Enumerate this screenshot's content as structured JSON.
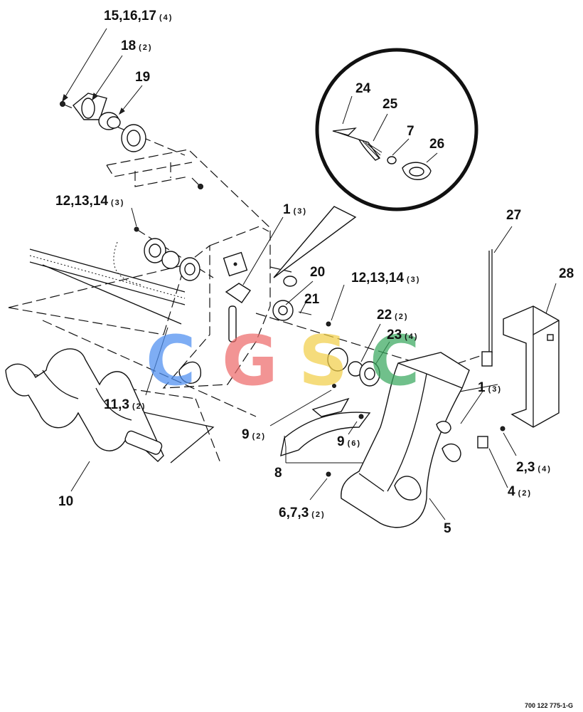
{
  "callouts": [
    {
      "id": "c1",
      "num": "15,16,17",
      "qty": "(4)"
    },
    {
      "id": "c2",
      "num": "18",
      "qty": "(2)"
    },
    {
      "id": "c3",
      "num": "19",
      "qty": ""
    },
    {
      "id": "c4",
      "num": "24",
      "qty": ""
    },
    {
      "id": "c5",
      "num": "25",
      "qty": ""
    },
    {
      "id": "c6",
      "num": "7",
      "qty": ""
    },
    {
      "id": "c7",
      "num": "26",
      "qty": ""
    },
    {
      "id": "c8",
      "num": "12,13,14",
      "qty": "(3)"
    },
    {
      "id": "c9",
      "num": "1",
      "qty": "(3)"
    },
    {
      "id": "c10",
      "num": "27",
      "qty": ""
    },
    {
      "id": "c11",
      "num": "28",
      "qty": ""
    },
    {
      "id": "c12",
      "num": "20",
      "qty": ""
    },
    {
      "id": "c13",
      "num": "12,13,14",
      "qty": "(3)"
    },
    {
      "id": "c14",
      "num": "21",
      "qty": ""
    },
    {
      "id": "c15",
      "num": "22",
      "qty": "(2)"
    },
    {
      "id": "c16",
      "num": "23",
      "qty": "(4)"
    },
    {
      "id": "c17",
      "num": "11,3",
      "qty": "(2)"
    },
    {
      "id": "c18",
      "num": "1",
      "qty": "(3)"
    },
    {
      "id": "c19",
      "num": "9",
      "qty": "(2)"
    },
    {
      "id": "c20",
      "num": "9",
      "qty": "(6)"
    },
    {
      "id": "c21",
      "num": "2,3",
      "qty": "(4)"
    },
    {
      "id": "c22",
      "num": "4",
      "qty": "(2)"
    },
    {
      "id": "c23",
      "num": "8",
      "qty": ""
    },
    {
      "id": "c24",
      "num": "10",
      "qty": ""
    },
    {
      "id": "c25",
      "num": "6,7,3",
      "qty": "(2)"
    },
    {
      "id": "c26",
      "num": "5",
      "qty": ""
    }
  ],
  "watermark": {
    "letters": [
      "C",
      "G",
      "S",
      "C"
    ],
    "colors": [
      "#4d8ef0",
      "#ee6b6b",
      "#f2cf4a",
      "#3aa85f"
    ]
  },
  "figure_id": "700 122 775-1-G"
}
